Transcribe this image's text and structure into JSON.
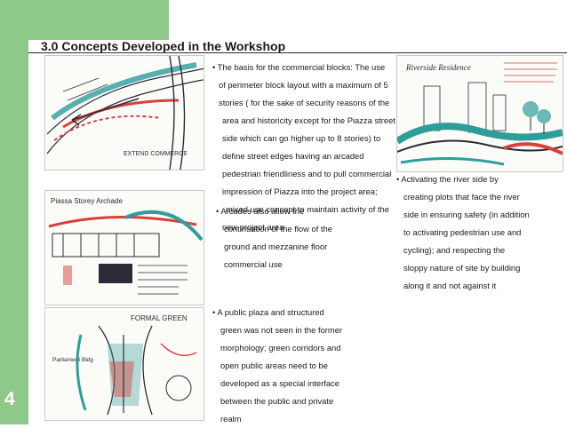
{
  "slide": {
    "number": "4",
    "title": "3.0 Concepts Developed in the Workshop"
  },
  "bullet1": {
    "lines": [
      "• The basis for the commercial blocks: The use",
      "of perimeter block layout with a maximum of 5",
      "stories ( for the sake of security reasons of the",
      "area and historicity except for the Piazza street",
      "side which can go higher up to 8 stories)  to",
      "define street edges having an arcaded",
      "pedestrian friendliness and to pull commercial",
      "impression of Piazza into the project area;",
      "mixed use concept to maintain activity of the",
      "new project area"
    ]
  },
  "bullet2": {
    "lines": [
      "• Arcades also allow the",
      "continuation of the flow of the",
      "ground and mezzanine floor",
      "commercial use"
    ]
  },
  "bullet3": {
    "lines": [
      "• Activating the river side by",
      "creating plots that face the river",
      "side in ensuring safety (in addition",
      "to activating pedestrian use and",
      "cycling); and respecting the",
      "sloppy nature of site by building",
      "along it and not against it"
    ]
  },
  "bullet4": {
    "lines": [
      "• A public plaza and structured",
      "green was not seen in the former",
      "morphology; green corridors and",
      "open public areas need to be",
      "developed as a special interface",
      "between the public and private",
      "realm"
    ]
  },
  "sketches": {
    "commercial": {
      "caption": "EXTEND COMMERCE"
    },
    "piazza": {
      "caption": "Piassa Storey Archade"
    },
    "riverside": {
      "caption": "Riverside Residence"
    },
    "plaza": {
      "caption": "FORMAL GREEN",
      "label_left": "Parliament Bldg"
    }
  },
  "colors": {
    "accent_green": "#8fc98a",
    "sketch_red": "#d9403a",
    "sketch_teal": "#2f9e9a",
    "sketch_ink": "#2b2b3a"
  }
}
